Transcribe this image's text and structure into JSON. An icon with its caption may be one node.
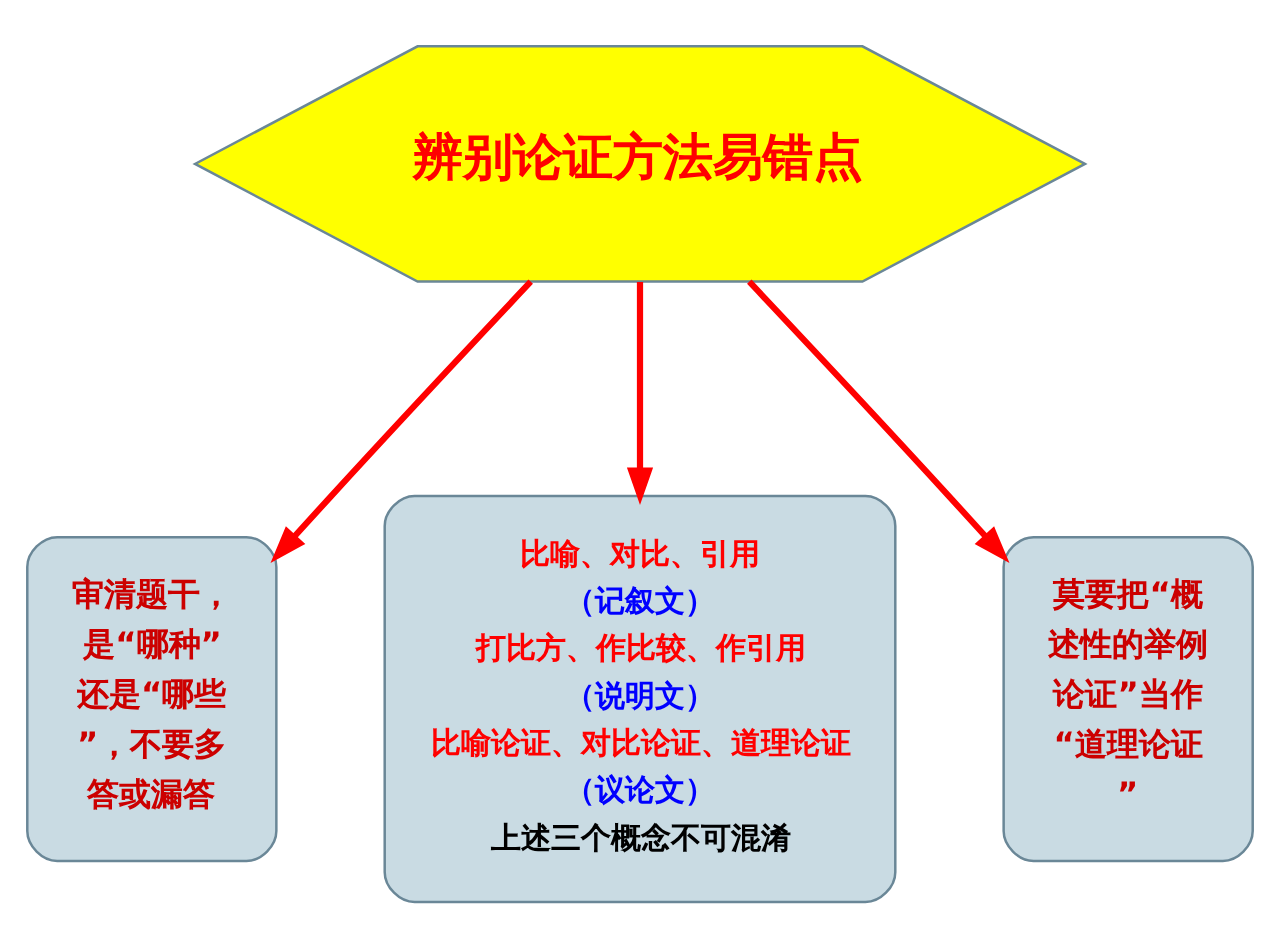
{
  "diagram": {
    "nodes": [
      {
        "text": [
          "辨别论证方法易错点"
        ]
      },
      {
        "text": [
          "审清题干，是“哪种”还是“哪些”，不要多答或漏答"
        ]
      },
      {
        "text": [
          "比喻、对比、引用",
          "（记叙文）",
          "打比方、作比较、作引用",
          "（说明文）",
          "比喻论证、对比论证、道理论证",
          "（议论文）",
          "上述三个概念不可混淆"
        ]
      },
      {
        "text": [
          "莫要把“概述性的举例论证”当作“道理论证”"
        ]
      }
    ],
    "edges": [
      {
        "from": 0,
        "to": 1,
        "arrow": "to"
      },
      {
        "from": 0,
        "to": 2,
        "arrow": "to"
      },
      {
        "from": 0,
        "to": 3,
        "arrow": "to"
      }
    ]
  }
}
